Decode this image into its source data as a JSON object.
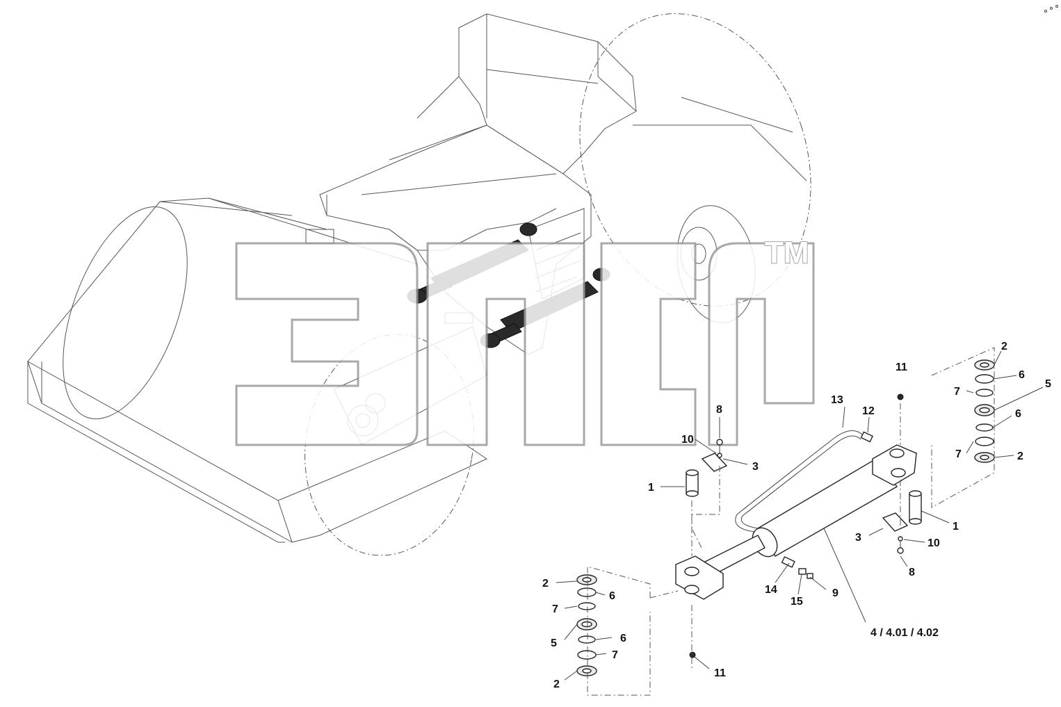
{
  "watermark": {
    "trademark": "TM"
  },
  "callouts": [
    {
      "id": "c-11-top",
      "label": "11"
    },
    {
      "id": "c-13",
      "label": "13"
    },
    {
      "id": "c-12",
      "label": "12"
    },
    {
      "id": "c-8-top",
      "label": "8"
    },
    {
      "id": "c-10-top",
      "label": "10"
    },
    {
      "id": "c-3-left",
      "label": "3"
    },
    {
      "id": "c-1-left",
      "label": "1"
    },
    {
      "id": "c-2-r-top",
      "label": "2"
    },
    {
      "id": "c-6-r-top",
      "label": "6"
    },
    {
      "id": "c-7-r-top",
      "label": "7"
    },
    {
      "id": "c-5-r",
      "label": "5"
    },
    {
      "id": "c-6-r-bot",
      "label": "6"
    },
    {
      "id": "c-7-r-bot",
      "label": "7"
    },
    {
      "id": "c-2-r-bot",
      "label": "2"
    },
    {
      "id": "c-1-right",
      "label": "1"
    },
    {
      "id": "c-3-right",
      "label": "3"
    },
    {
      "id": "c-10-bot",
      "label": "10"
    },
    {
      "id": "c-8-bot",
      "label": "8"
    },
    {
      "id": "c-9",
      "label": "9"
    },
    {
      "id": "c-14",
      "label": "14"
    },
    {
      "id": "c-15",
      "label": "15"
    },
    {
      "id": "c-4",
      "label": "4 / 4.01 / 4.02"
    },
    {
      "id": "c-2-l-top",
      "label": "2"
    },
    {
      "id": "c-6-l-top",
      "label": "6"
    },
    {
      "id": "c-7-l-top",
      "label": "7"
    },
    {
      "id": "c-5-l",
      "label": "5"
    },
    {
      "id": "c-6-l-bot",
      "label": "6"
    },
    {
      "id": "c-7-l-bot",
      "label": "7"
    },
    {
      "id": "c-2-l-bot",
      "label": "2"
    },
    {
      "id": "c-11-bot",
      "label": "11"
    }
  ]
}
